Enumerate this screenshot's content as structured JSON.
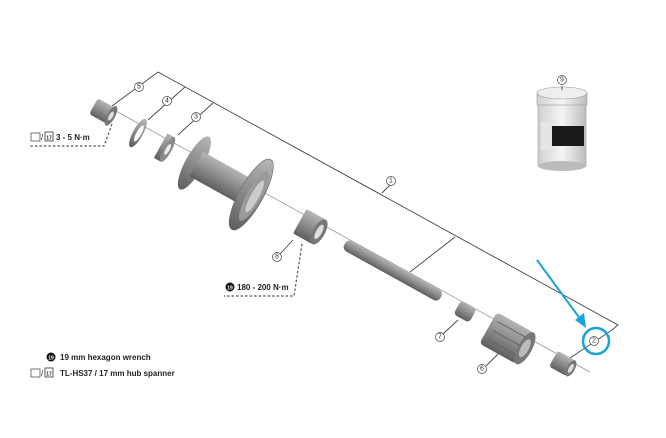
{
  "callouts": {
    "c1": "1",
    "c2": "2",
    "c3": "3",
    "c4": "4",
    "c5": "5",
    "c6": "6",
    "c7": "7",
    "c8": "8",
    "c9": "9"
  },
  "torque": {
    "locknut": "3 - 5 N·m",
    "freehub": "180 - 200 N·m",
    "wrench_badge": "19",
    "spanner_badge": "17"
  },
  "legend": {
    "wrench_badge": "19",
    "wrench": "19 mm hexagon wrench",
    "spanner_badge": "17",
    "spanner": "TL-HS37 / 17 mm hub spanner"
  },
  "colors": {
    "highlight": "#1aa3d9",
    "part": "#8a8a8a"
  }
}
